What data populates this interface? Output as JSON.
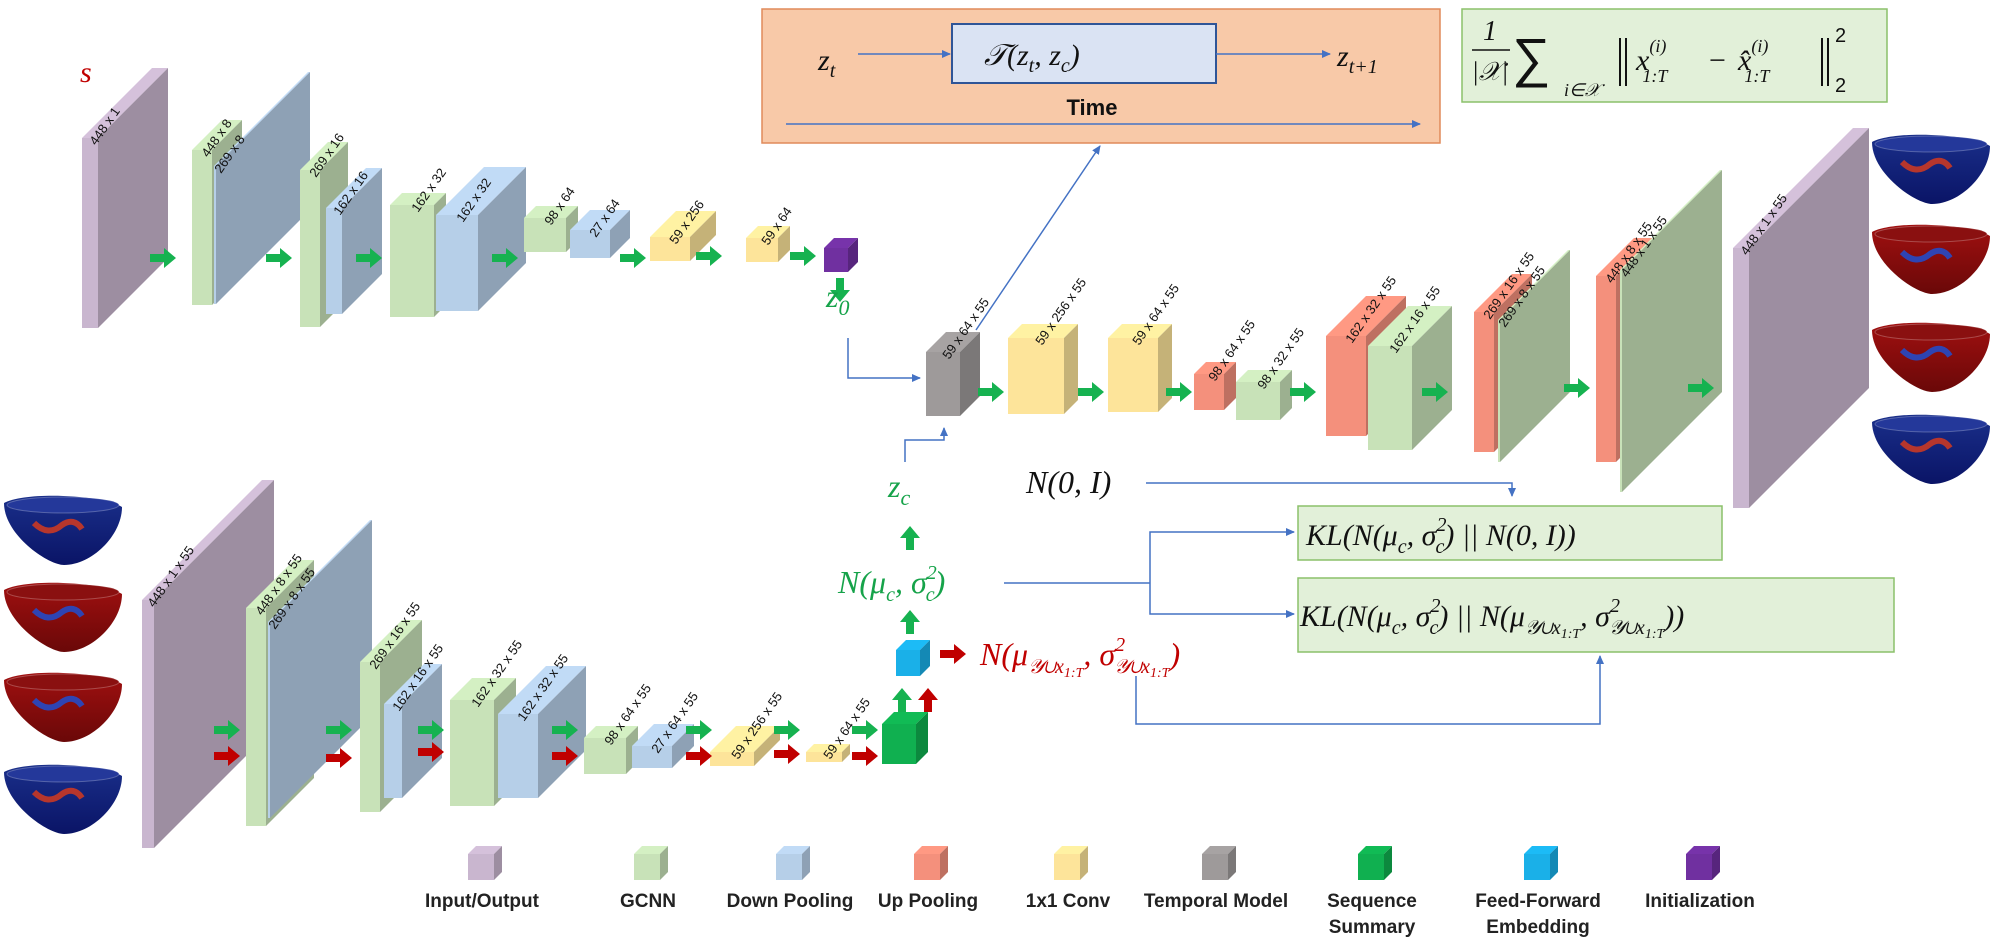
{
  "colors": {
    "input_output": "#c9b6cf",
    "gcnn": "#c8e2b8",
    "down_pooling": "#b6cfe8",
    "up_pooling": "#f4907c",
    "conv1x1": "#fde49a",
    "temporal_model": "#9e9a9a",
    "sequence_summary": "#10b050",
    "feed_forward_embedding": "#1ab0e8",
    "initialization": "#7030a0",
    "green_arrow": "#16b250",
    "red_arrow": "#c00000",
    "blue_line": "#4472c4",
    "green_text": "#16a34a",
    "red_text": "#c00000",
    "temporal_box": "#f8c9a8",
    "loss_box": "#e2f0d9"
  },
  "top_encoder": {
    "input_symbol": "s",
    "labels": [
      "448 x 1",
      "448 x 8",
      "269 x 8",
      "269 x 16",
      "162 x 16",
      "162 x 32",
      "162 x 32",
      "98 x 64",
      "27 x 64",
      "59 x 256",
      "59 x 64"
    ]
  },
  "latent": {
    "z0": "z",
    "z0_sub": "0",
    "zc": "z",
    "zc_sub": "c"
  },
  "temporal_box": {
    "zt": "z",
    "zt_sub": "t",
    "func": "𝒯(z",
    "func_sub1": "t",
    "func_mid": ", z",
    "func_sub2": "c",
    "func_end": ")",
    "zt1": "z",
    "zt1_sub": "t+1",
    "time_label": "Time"
  },
  "recon_loss": {
    "frac_num": "1",
    "frac_den": "|𝒳|",
    "sum_sub": "i∈𝒳",
    "x": "x",
    "x_sup": "(i)",
    "x_sub": "1:T",
    "minus": "−",
    "xhat": "x̂",
    "xhat_sup": "(i)",
    "xhat_sub": "1:T",
    "norm_sub": "2",
    "norm_sup": "2"
  },
  "decoder": {
    "labels": [
      "59 x 64 x 55",
      "59 x 256 x 55",
      "59 x 64 x 55",
      "98 x 64 x 55",
      "98 x 32 x 55",
      "162 x 32 x 55",
      "162 x 16 x 55",
      "269 x 16 x 55",
      "269 x 8 x 55",
      "448 x 8 x 55",
      "448 x 1 x 55",
      "448 x 1 x 55"
    ]
  },
  "bottom_encoder": {
    "labels": [
      "448 x 1 x 55",
      "448 x 8 x 55",
      "269 x 8 x 55",
      "269 x 16 x 55",
      "162 x 16 x 55",
      "162 x 32 x 55",
      "162 x 32 x 55",
      "98 x 64 x 55",
      "27 x 64 x 55",
      "59 x 256 x 55",
      "59 x 64 x 55"
    ]
  },
  "distributions": {
    "prior": "N(0, I)",
    "posterior": "N(μ",
    "posterior_sub": "c",
    "posterior_mid": ", σ",
    "posterior_sup": "2",
    "posterior_sub2": "c",
    "posterior_end": ")",
    "context": "N(μ",
    "context_sub": "𝒴∪x",
    "context_subsub": "1:T",
    "context_mid": ", σ",
    "context_sup": "2",
    "context_sub2": "𝒴∪x",
    "context_subsub2": "1:T",
    "context_end": ")"
  },
  "kl_terms": {
    "kl1_a": "KL(N(μ",
    "kl1_sub": "c",
    "kl1_b": ", σ",
    "kl1_sup": "2",
    "kl1_sub2": "c",
    "kl1_c": ") || N(0, I))",
    "kl2_a": "KL(N(μ",
    "kl2_sub": "c",
    "kl2_b": ", σ",
    "kl2_sup": "2",
    "kl2_sub2": "c",
    "kl2_c": ") || N(μ",
    "kl2_sub3": "𝒴∪x",
    "kl2_subsub3": "1:T",
    "kl2_d": ", σ",
    "kl2_sup4": "2",
    "kl2_sub4": "𝒴∪x",
    "kl2_subsub4": "1:T",
    "kl2_e": "))"
  },
  "legend": {
    "items": [
      {
        "label": "Input/Output",
        "label2": "",
        "color_key": "input_output"
      },
      {
        "label": "GCNN",
        "label2": "",
        "color_key": "gcnn"
      },
      {
        "label": "Down Pooling",
        "label2": "",
        "color_key": "down_pooling"
      },
      {
        "label": "Up Pooling",
        "label2": "",
        "color_key": "up_pooling"
      },
      {
        "label": "1x1 Conv",
        "label2": "",
        "color_key": "conv1x1"
      },
      {
        "label": "Temporal Model",
        "label2": "",
        "color_key": "temporal_model"
      },
      {
        "label": "Sequence",
        "label2": "Summary",
        "color_key": "sequence_summary"
      },
      {
        "label": "Feed-Forward",
        "label2": "Embedding",
        "color_key": "feed_forward_embedding"
      },
      {
        "label": "Initialization",
        "label2": "",
        "color_key": "initialization"
      }
    ]
  },
  "heart_icons": {
    "left": [
      "heart-map-blue",
      "heart-map-red",
      "heart-map-red",
      "heart-map-blue"
    ],
    "right": [
      "heart-map-blue",
      "heart-map-red",
      "heart-map-red",
      "heart-map-blue"
    ]
  }
}
